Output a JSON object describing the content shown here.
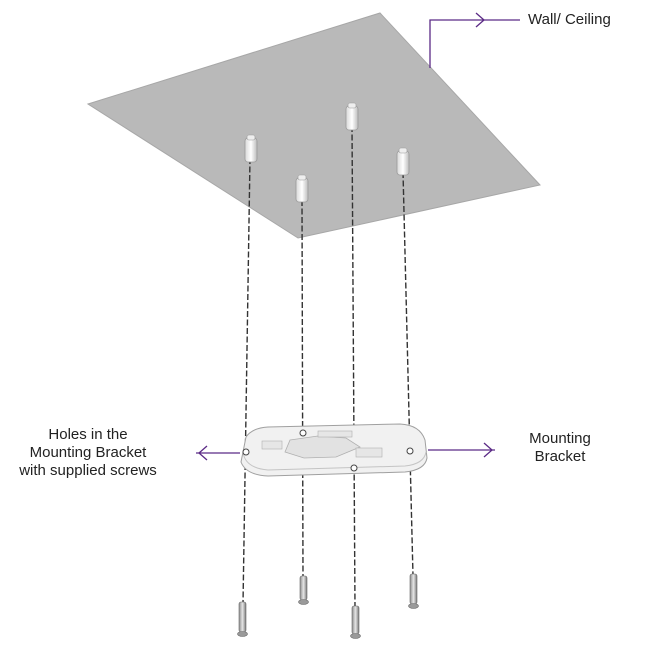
{
  "labels": {
    "wall_ceiling": "Wall/ Ceiling",
    "mounting_bracket": [
      "Mounting",
      "Bracket"
    ],
    "holes": [
      "Holes in the",
      "Mounting Bracket",
      "with supplied screws"
    ]
  },
  "colors": {
    "callout": "#5b2a86",
    "ceiling_fill": "#b9b9b9",
    "bracket_fill": "#f1f1f1",
    "screw_line": "#333333"
  }
}
